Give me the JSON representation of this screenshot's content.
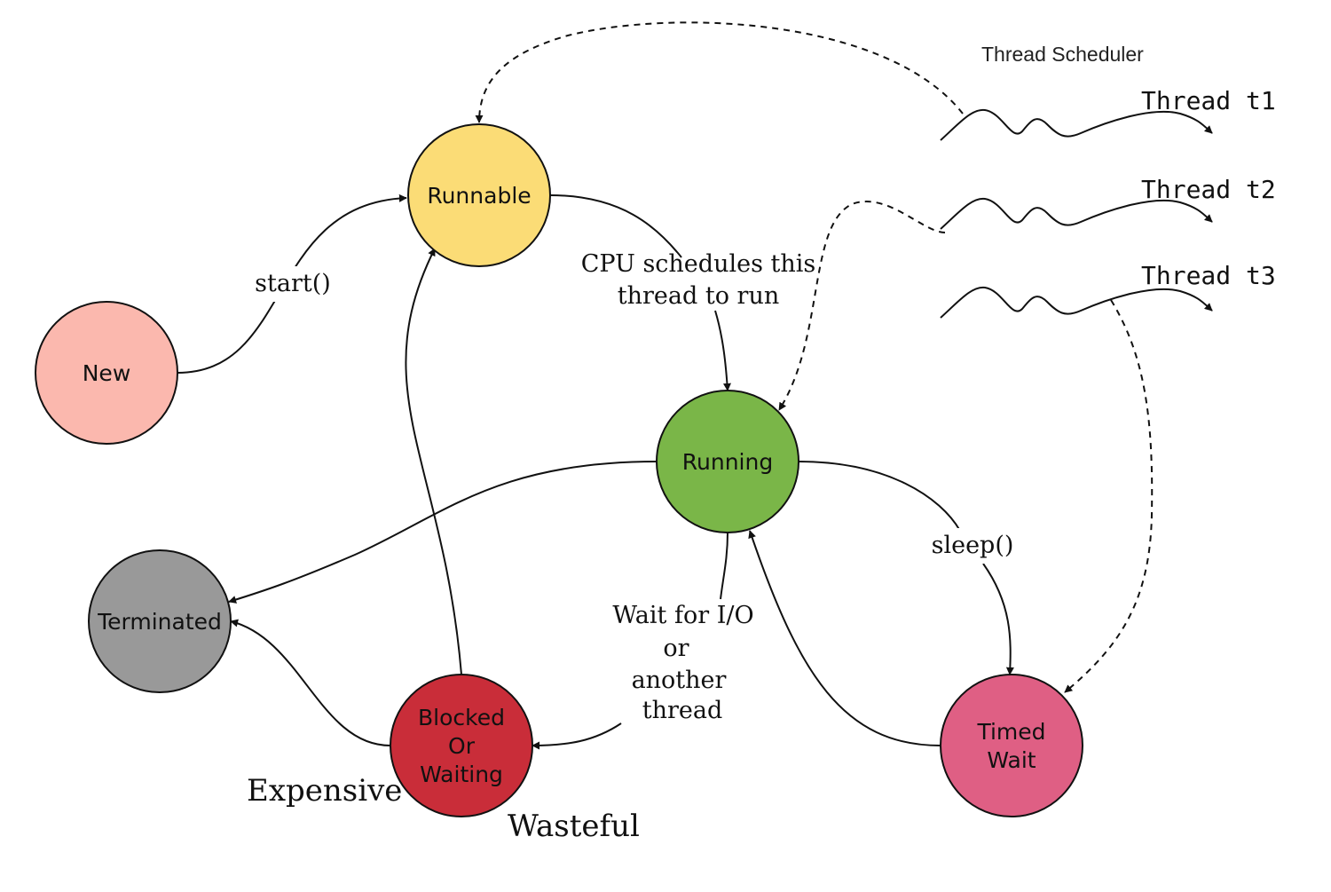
{
  "colors": {
    "new": "#fbb8ae",
    "runnable": "#fbdc76",
    "running": "#7ab648",
    "terminated": "#999999",
    "blocked": "#c92d39",
    "timed_wait": "#df5f84"
  },
  "states": {
    "new": "New",
    "runnable": "Runnable",
    "running": "Running",
    "terminated": "Terminated",
    "blocked": [
      "Blocked",
      "Or",
      "Waiting"
    ],
    "timed_wait": [
      "Timed",
      "Wait"
    ]
  },
  "transitions": {
    "start": "start()",
    "cpu_schedules": [
      "CPU schedules this",
      "thread to run"
    ],
    "sleep": "sleep()",
    "wait_io": [
      "Wait for I/O",
      "or",
      "another",
      "thread"
    ]
  },
  "annotations": {
    "expensive": "Expensive",
    "wasteful": "Wasteful"
  },
  "scheduler": {
    "title": "Thread Scheduler",
    "threads": [
      "Thread t1",
      "Thread t2",
      "Thread t3"
    ]
  }
}
